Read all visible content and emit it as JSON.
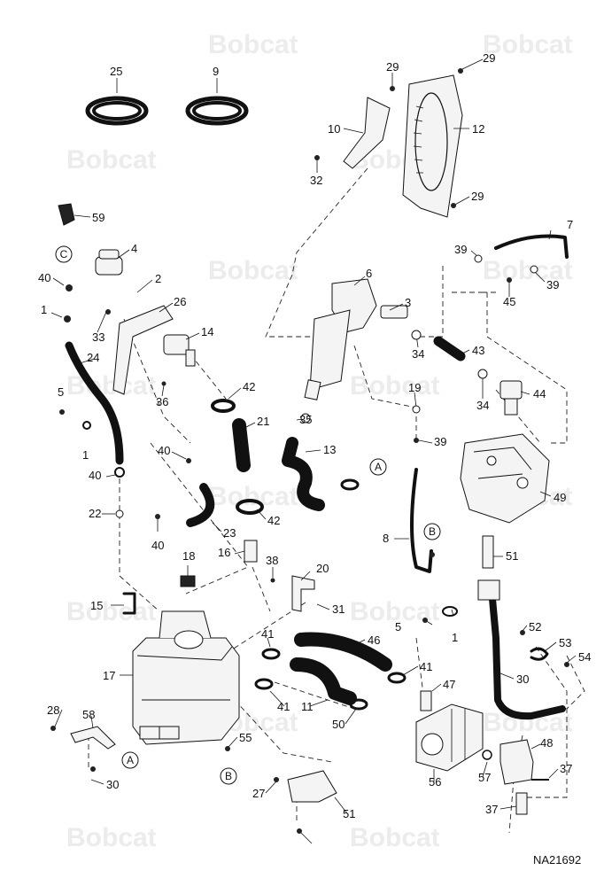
{
  "watermark": "Bobcat",
  "drawing_code": "NA21692",
  "callouts": [
    "25",
    "9",
    "29",
    "29",
    "10",
    "12",
    "32",
    "29",
    "59",
    "4",
    "2",
    "6",
    "3",
    "7",
    "39",
    "39",
    "45",
    "40",
    "1",
    "33",
    "26",
    "14",
    "34",
    "43",
    "24",
    "36",
    "42",
    "19",
    "34",
    "44",
    "5",
    "1",
    "21",
    "35",
    "39",
    "13",
    "40",
    "40",
    "22",
    "40",
    "42",
    "23",
    "49",
    "8",
    "51",
    "18",
    "16",
    "38",
    "20",
    "15",
    "31",
    "41",
    "46",
    "5",
    "1",
    "52",
    "53",
    "54",
    "17",
    "41",
    "47",
    "11",
    "41",
    "50",
    "30",
    "28",
    "58",
    "55",
    "48",
    "56",
    "57",
    "37",
    "30",
    "27",
    "51",
    "37"
  ],
  "reference_markers": [
    "C",
    "A",
    "B",
    "A",
    "B"
  ]
}
